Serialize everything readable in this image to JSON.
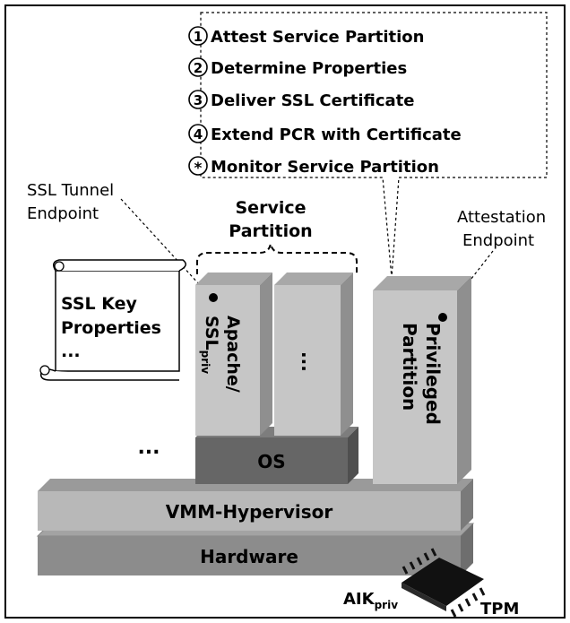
{
  "steps": [
    {
      "marker": "1",
      "text": "Attest Service Partition"
    },
    {
      "marker": "2",
      "text": "Determine Properties"
    },
    {
      "marker": "3",
      "text": "Deliver SSL Certificate"
    },
    {
      "marker": "4",
      "text": "Extend PCR with Certificate"
    },
    {
      "marker": "*",
      "text": "Monitor Service Partition"
    }
  ],
  "labels": {
    "ssl_tunnel_line1": "SSL Tunnel",
    "ssl_tunnel_line2": "Endpoint",
    "service_partition_line1": "Service",
    "service_partition_line2": "Partition",
    "attestation_line1": "Attestation",
    "attestation_line2": "Endpoint",
    "scroll_line1": "SSL Key",
    "scroll_line2": "Properties",
    "scroll_line3": "...",
    "apache_line1": "Apache/",
    "apache_line2_main": "SSL",
    "apache_line2_sub": "priv",
    "partition_ellipsis": "...",
    "privileged_line1": "Privileged",
    "privileged_line2": "Partition",
    "left_ellipsis": "...",
    "os": "OS",
    "vmm": "VMM-Hypervisor",
    "hardware": "Hardware",
    "aik_main": "AIK",
    "aik_sub": "priv",
    "tpm": "TPM"
  },
  "colors": {
    "front_light": "#c6c6c6",
    "top_light": "#a8a8a8",
    "side_light": "#8f8f8f",
    "front_os": "#666666",
    "top_os": "#7d7d7d",
    "side_os": "#4f4f4f",
    "front_vmm": "#b8b8b8",
    "front_hw": "#8c8c8c",
    "chip": "#111111"
  }
}
